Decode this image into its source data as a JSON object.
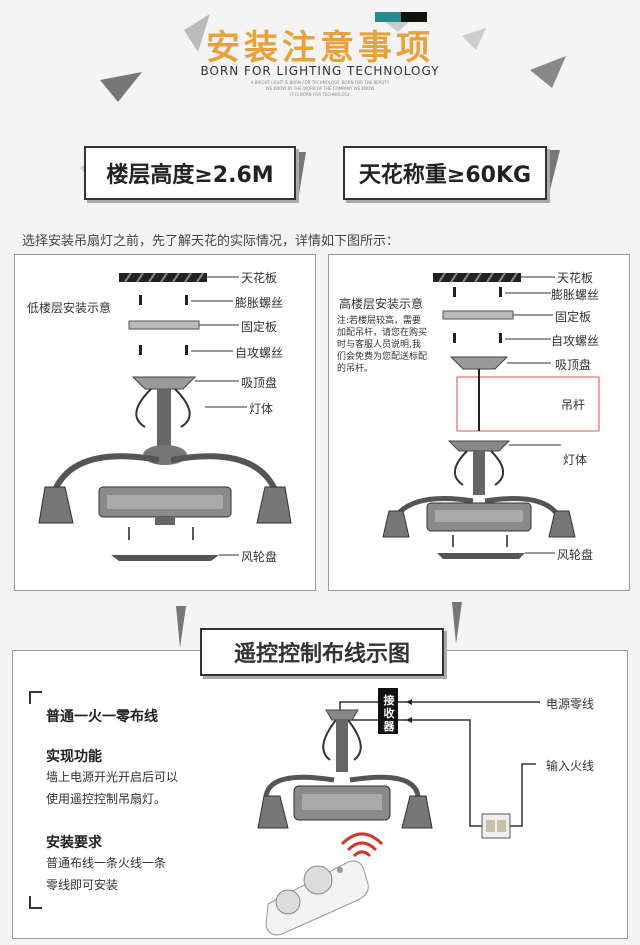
{
  "header": {
    "title": "安装注意事项",
    "subtitle": "BORN FOR LIGHTING TECHNOLOGY",
    "fine_print": [
      "A BRIGHT LIGHT IS BORN FOR TECHNOLOGY, BORN FOR THE BEAUTY",
      "WE KNOW BY THE WORK OF THE COMPANY WE KNOW",
      "IT IS BORN FOR TECHNOLOGY"
    ]
  },
  "badges": {
    "floor": "楼层高度≥2.6M",
    "ceiling": "天花称重≥60KG"
  },
  "intro": "选择安装吊扇灯之前，先了解天花的实际情况，详情如下图所示：",
  "low_panel": {
    "caption": "低楼层安装示意",
    "labels": [
      "天花板",
      "膨胀螺丝",
      "固定板",
      "自攻螺丝",
      "吸顶盘",
      "灯体",
      "风轮盘"
    ]
  },
  "high_panel": {
    "caption": "高楼层安装示意",
    "note": "注:若楼层较高，需要加配吊杆，请您在购买时与客服人员说明,我们会免费为您配送标配的吊杆。",
    "labels": [
      "天花板",
      "膨胀螺丝",
      "固定板",
      "自攻螺丝",
      "吸顶盘",
      "吊杆",
      "灯体",
      "风轮盘"
    ]
  },
  "remote": {
    "title": "遥控控制布线示图",
    "wiring_title": "普通一火一零布线",
    "function_title": "实现功能",
    "function_body": [
      "墙上电源开光开启后可以",
      "使用遥控控制吊扇灯。"
    ],
    "install_title": "安装要求",
    "install_body": [
      "普通布线一条火线一条",
      "零线即可安装"
    ],
    "receiver": "接收器",
    "neutral": "电源零线",
    "live": "输入火线"
  },
  "colors": {
    "accent": "#e9a23b",
    "highlight": "#e05050"
  }
}
